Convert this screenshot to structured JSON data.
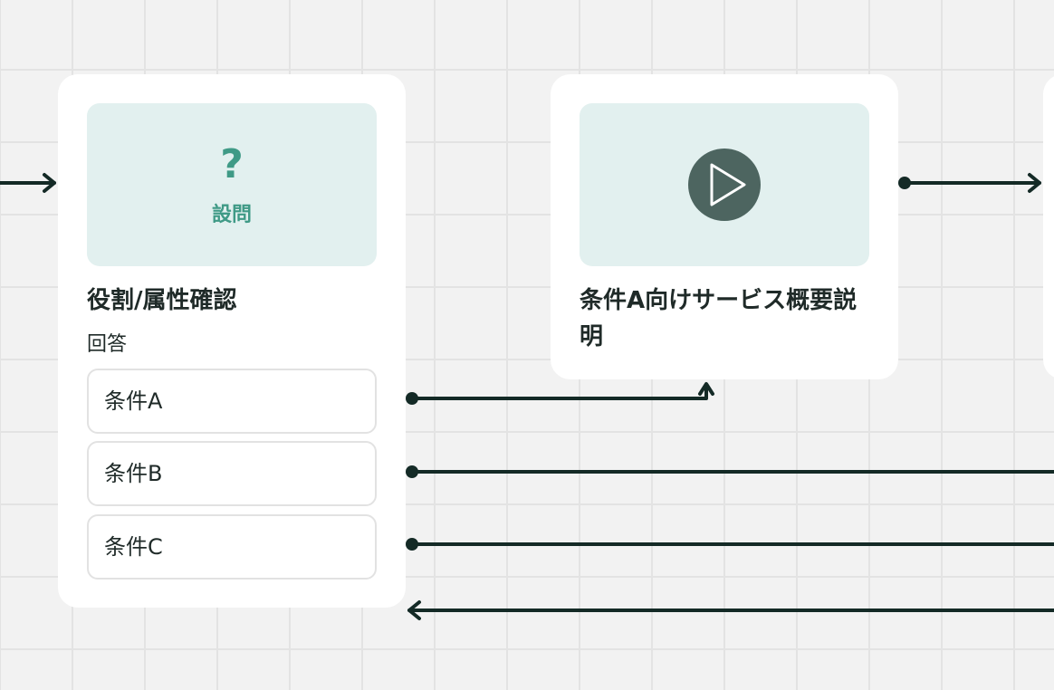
{
  "colors": {
    "accent": "#3f9a86",
    "connector": "#142a26",
    "thumb_bg": "#e2f0ef",
    "play_bg": "#4d6560",
    "canvas_bg": "#f2f2f2",
    "grid": "#e3e3e3"
  },
  "question_node": {
    "icon": "question-mark-icon",
    "icon_glyph": "?",
    "type_label": "設問",
    "title": "役割/属性確認",
    "answers_heading": "回答",
    "answers": [
      {
        "label": "条件A"
      },
      {
        "label": "条件B"
      },
      {
        "label": "条件C"
      }
    ]
  },
  "video_node": {
    "icon": "play-icon",
    "title": "条件A向けサービス概要説明"
  }
}
